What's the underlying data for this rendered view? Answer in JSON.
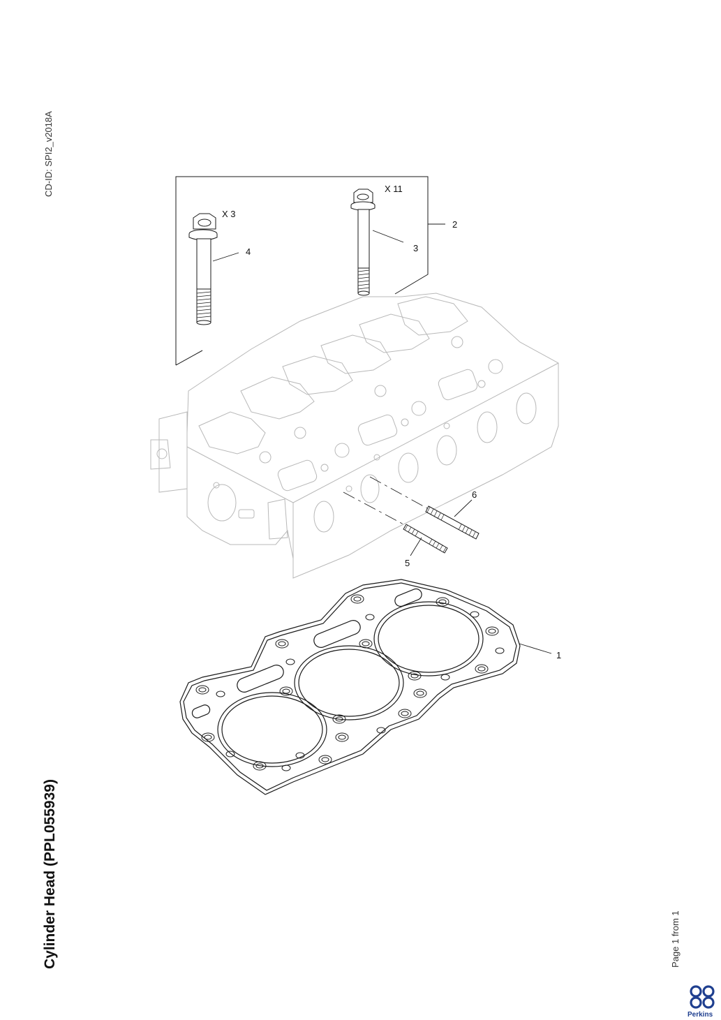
{
  "document": {
    "cd_id": "CD-ID: SPI2_v2018A",
    "title": "Cylinder Head (PPL055939)",
    "page_count": "Page 1 from 1",
    "brand": "Perkins"
  },
  "callouts": {
    "item1": "1",
    "item2": "2",
    "item3": "3",
    "item4": "4",
    "item5": "5",
    "item6": "6",
    "qty_item3": "X 11",
    "qty_item4": "X 3"
  },
  "colors": {
    "line": "#1a1a1a",
    "ghost": "#b8b8b8",
    "brand": "#1f3f8f"
  },
  "icons": {
    "logo": "perkins-logo-icon"
  }
}
